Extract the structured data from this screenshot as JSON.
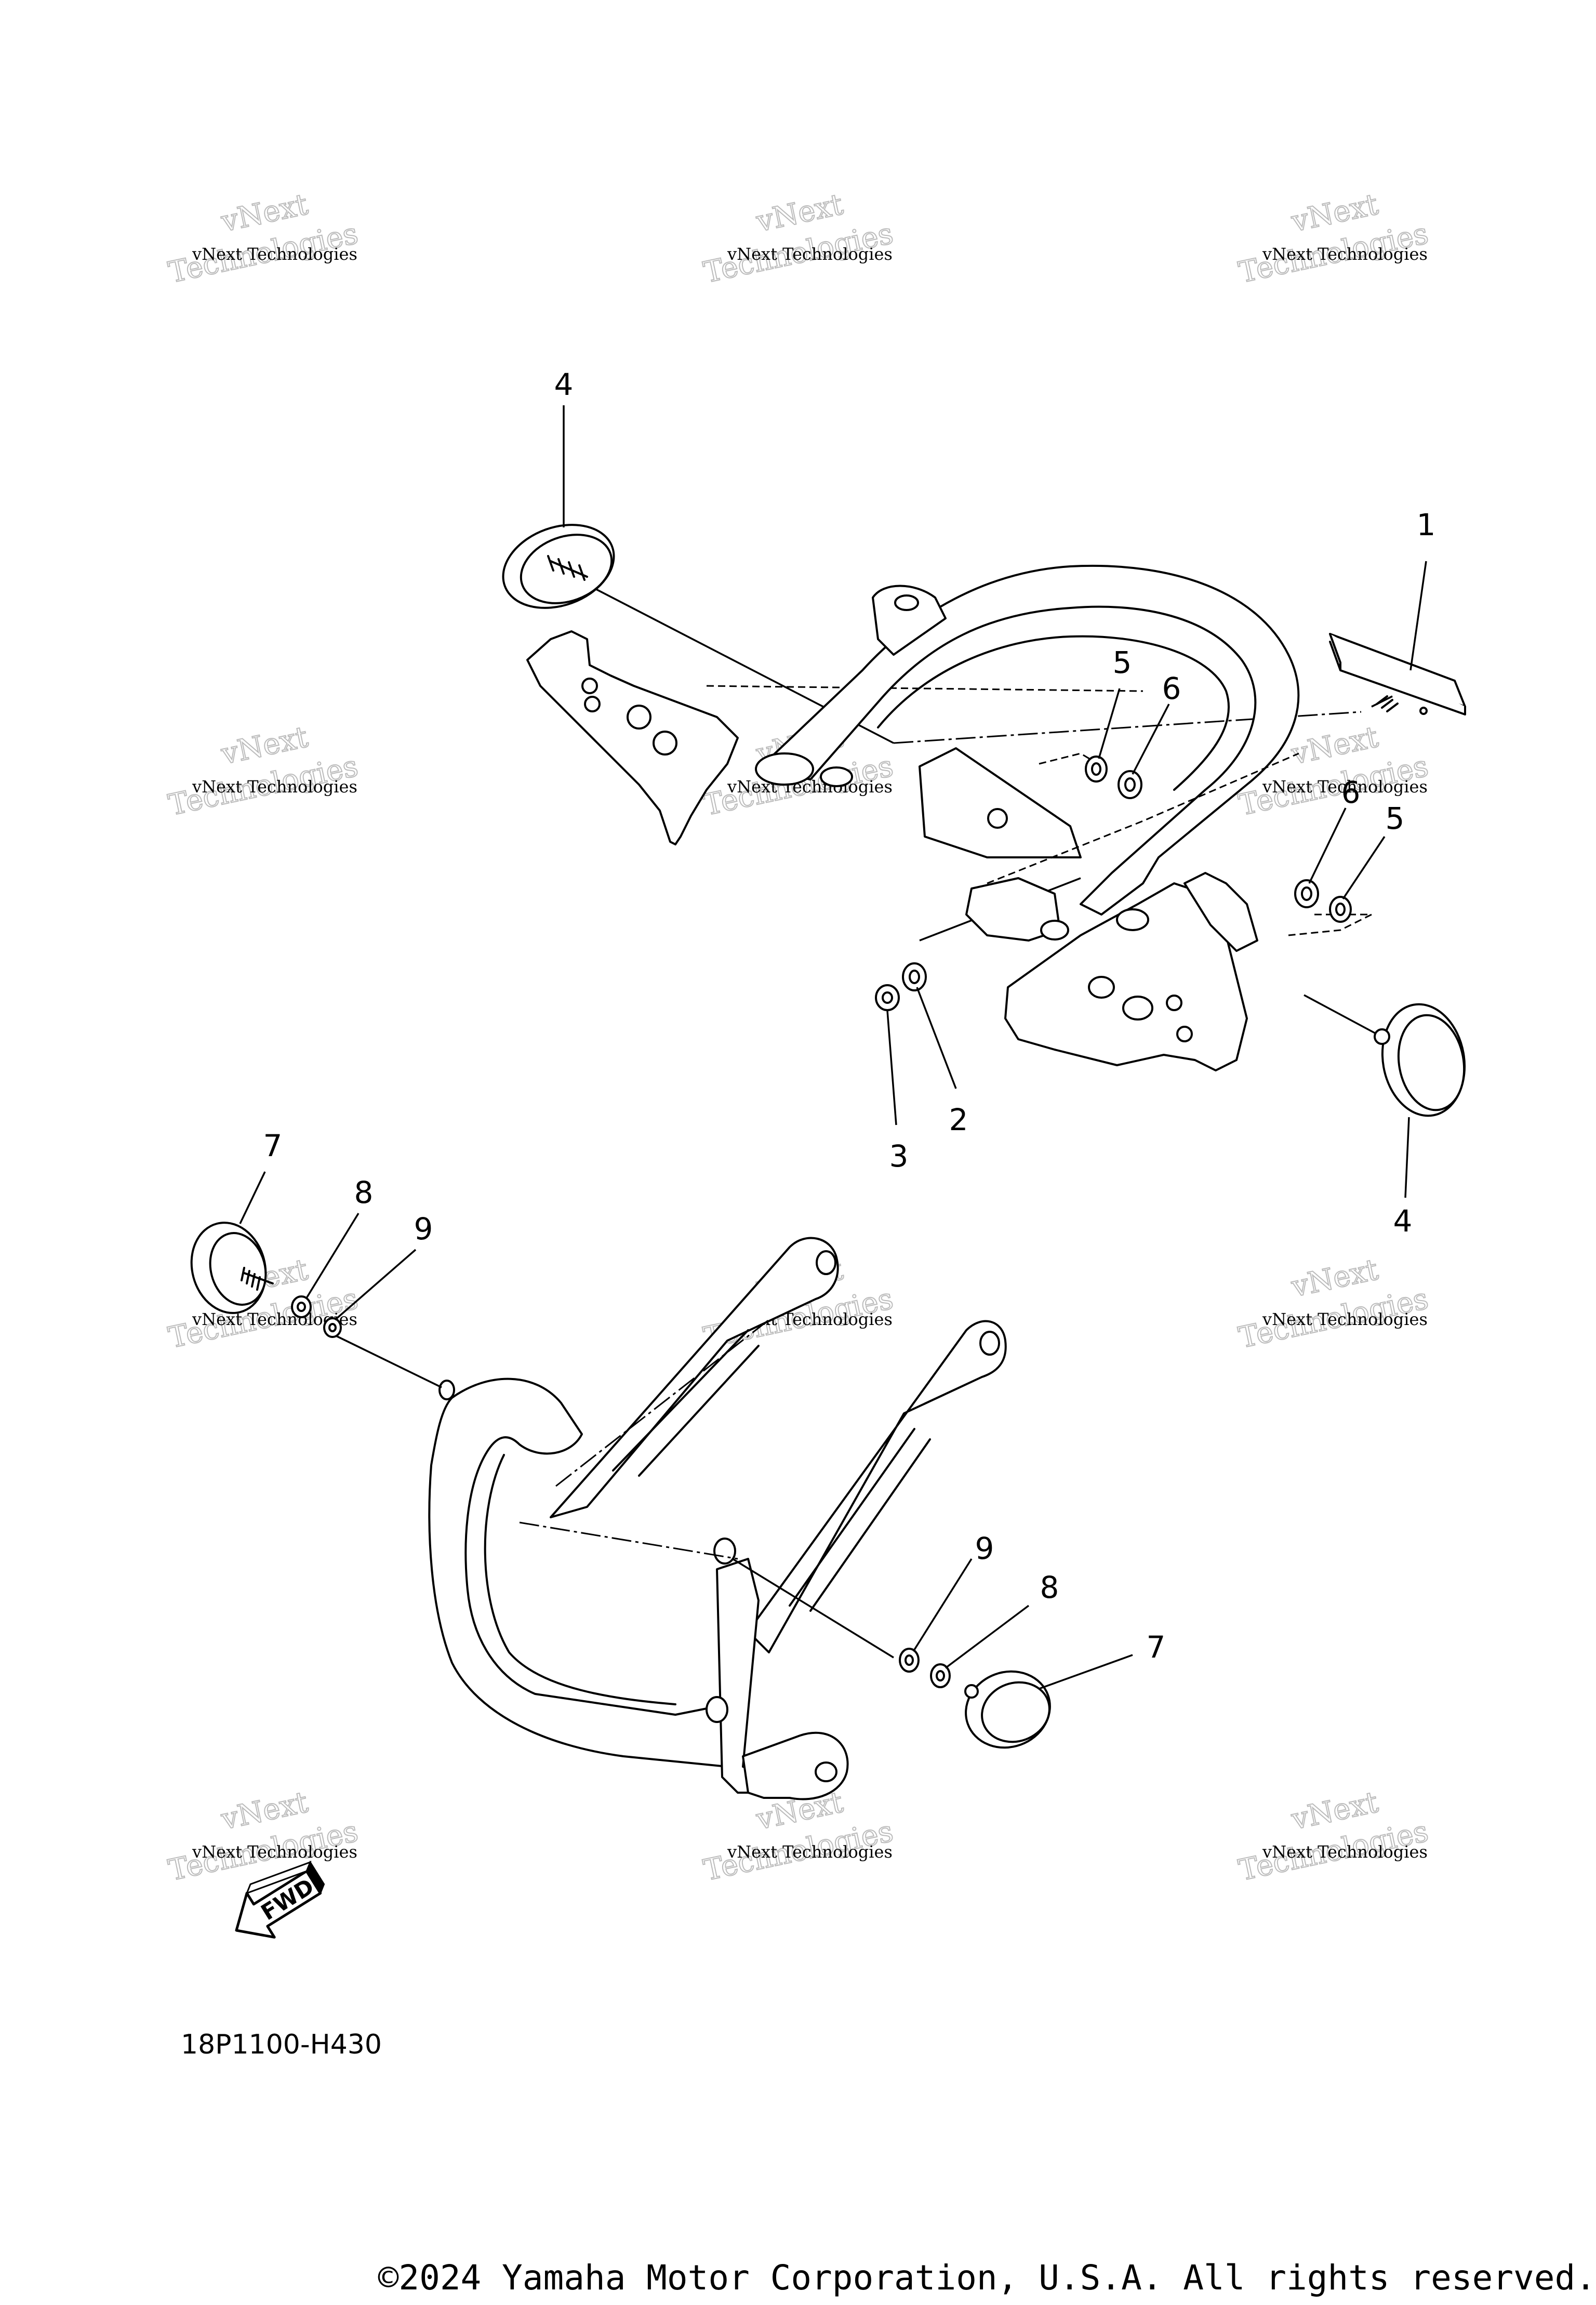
{
  "watermark": {
    "line1": "vNext",
    "line2": "vNext Technologies",
    "line3": "Technologies"
  },
  "callouts": {
    "c1": "1",
    "c2": "2",
    "c3": "3",
    "c4_top": "4",
    "c4_bottom": "4",
    "c5_left": "5",
    "c5_right": "5",
    "c6": "6",
    "c6_small": "6",
    "c7_left": "7",
    "c7_right": "7",
    "c8_left": "8",
    "c8_right": "8",
    "c9_left": "9",
    "c9_right": "9"
  },
  "fwd_label": "FWD",
  "diagram_code": "18P1100-H430",
  "copyright": "©2024 Yamaha Motor Corporation, U.S.A. All rights reserved.",
  "icons": {
    "fwd": "arrow-fwd-icon"
  }
}
